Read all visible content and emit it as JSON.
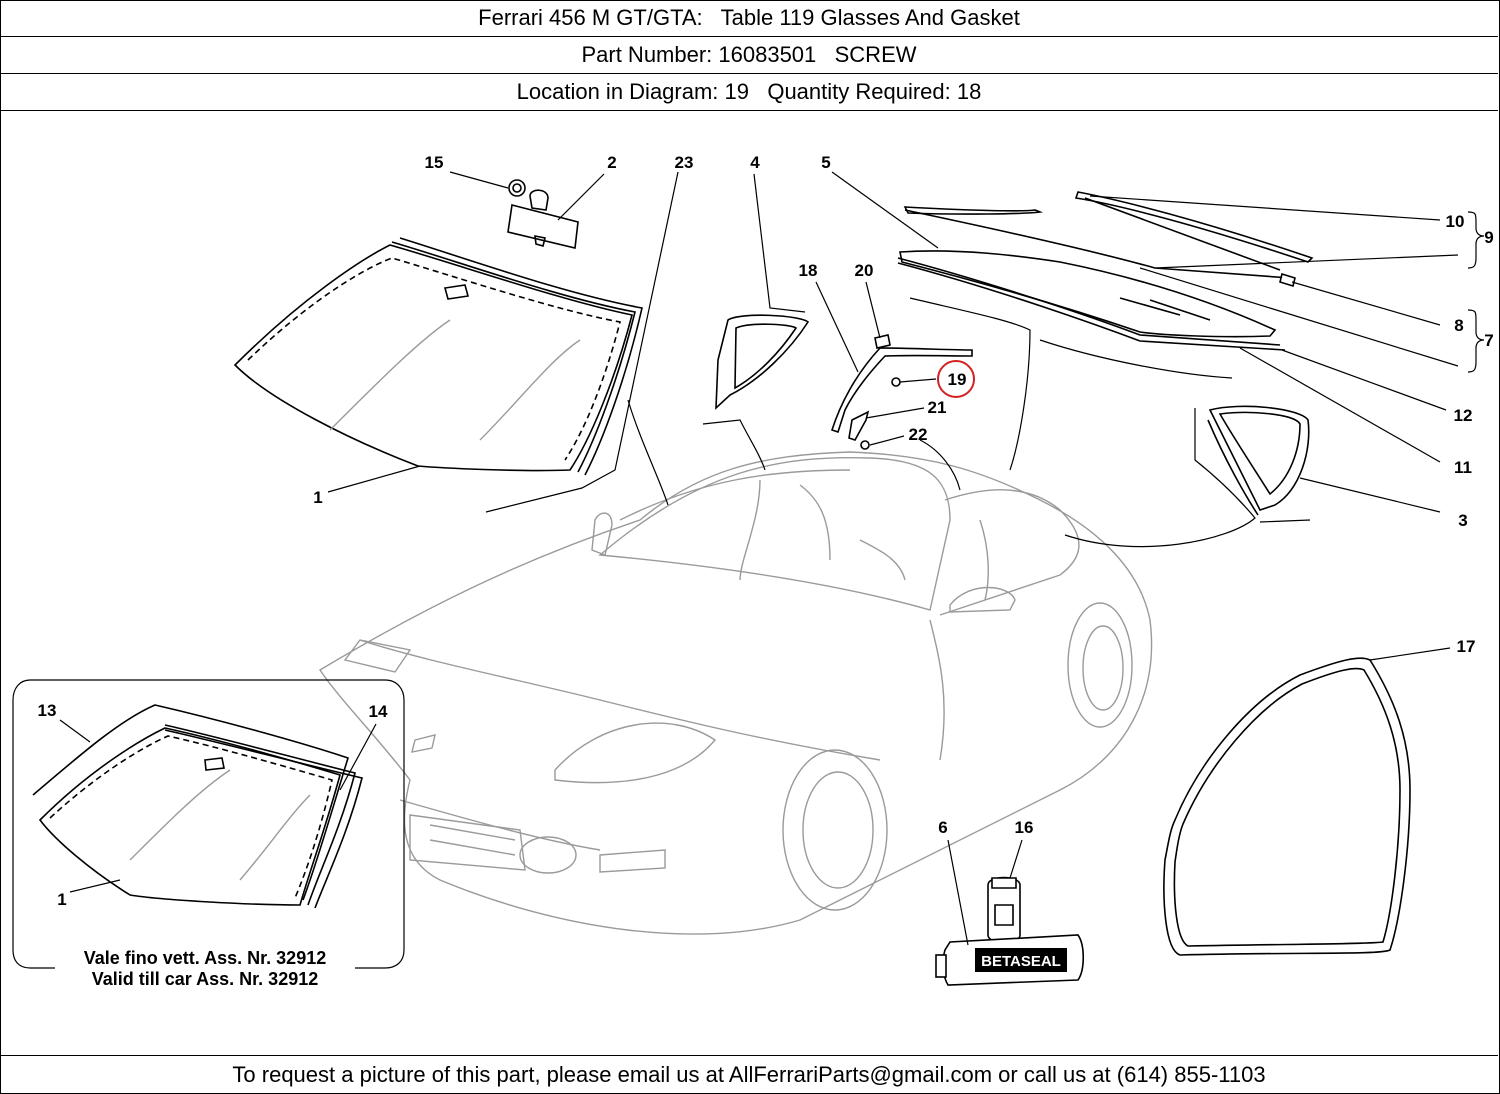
{
  "header": {
    "title": "Ferrari 456 M GT/GTA:   Table 119 Glasses And Gasket",
    "part": "Part Number: 16083501   SCREW",
    "location": "Location in Diagram: 19   Quantity Required: 18"
  },
  "diagram": {
    "callouts": [
      "15",
      "2",
      "23",
      "4",
      "5",
      "10",
      "9",
      "8",
      "7",
      "12",
      "11",
      "3",
      "18",
      "20",
      "19",
      "21",
      "22",
      "1",
      "17",
      "6",
      "16",
      "13",
      "14",
      "1"
    ],
    "highlighted": "19",
    "highlight_color": "#d42020",
    "inset_note_line1": "Vale fino vett. Ass. Nr. 32912",
    "inset_note_line2": "Valid till car Ass. Nr. 32912",
    "product_label": "BETASEAL"
  },
  "footer": {
    "text": "To request a picture of this part, please email us at AllFerrariParts@gmail.com or call us at (614) 855-1103"
  }
}
